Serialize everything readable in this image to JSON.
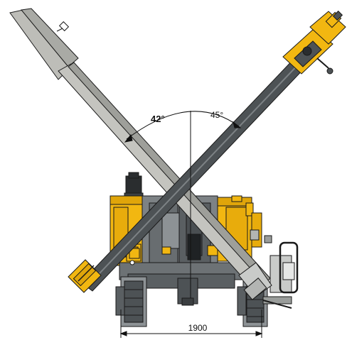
{
  "diagram": {
    "angles": {
      "left": "42°",
      "right": "45°"
    },
    "track_width": {
      "value": "1900"
    },
    "colors": {
      "yellow": "#f2b711",
      "yellow_dark": "#c88d00",
      "dark_grey": "#4d5255",
      "mid_grey": "#7d8285",
      "light_grey": "#b3b5b3",
      "mast_grey": "#bdbdb8",
      "outline": "#1a1a1a"
    }
  }
}
